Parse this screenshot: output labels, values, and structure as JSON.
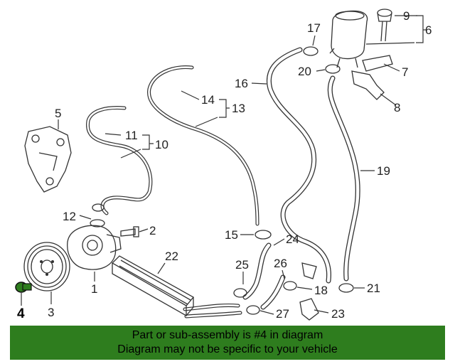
{
  "callouts": {
    "c1": "1",
    "c2": "2",
    "c3": "3",
    "c4": "4",
    "c5": "5",
    "c6": "6",
    "c7": "7",
    "c8": "8",
    "c9": "9",
    "c10": "10",
    "c11": "11",
    "c12": "12",
    "c13": "13",
    "c14": "14",
    "c15": "15",
    "c16": "16",
    "c17": "17",
    "c18": "18",
    "c19": "19",
    "c20": "20",
    "c21": "21",
    "c22": "22",
    "c23": "23",
    "c24": "24",
    "c25": "25",
    "c26": "26",
    "c27": "27"
  },
  "highlight": {
    "part_number": "4",
    "color": "#2e7d1e"
  },
  "footer": {
    "line1": "Part or sub-assembly is #4 in diagram",
    "line2": "Diagram may not be specific to your vehicle",
    "background": "#2e7d1e"
  }
}
